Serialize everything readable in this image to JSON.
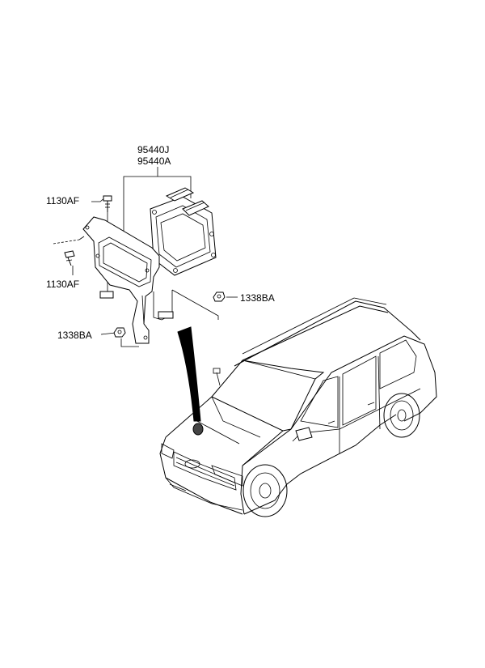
{
  "diagram": {
    "labels": {
      "ecu_part_1": "95440J",
      "ecu_part_2": "95440A",
      "bolt_upper": "1130AF",
      "bolt_lower": "1130AF",
      "nut_right": "1338BA",
      "nut_left": "1338BA"
    },
    "colors": {
      "line": "#000000",
      "background": "#ffffff"
    }
  }
}
